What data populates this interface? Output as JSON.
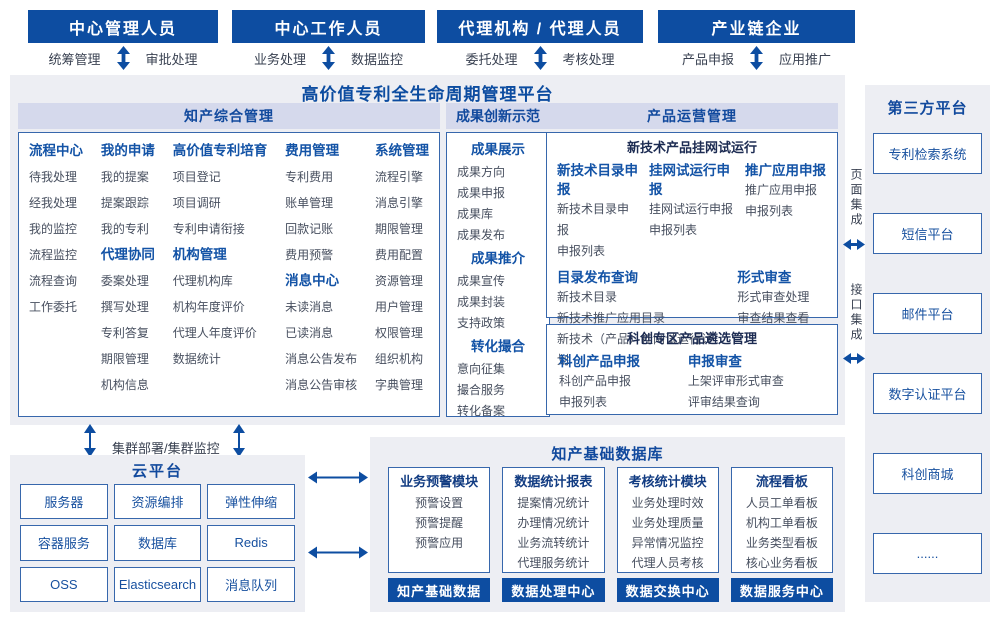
{
  "colors": {
    "dark_blue": "#0d4da1",
    "head_blue": "#1353a6",
    "navy_title": "#11499d",
    "band_bg": "#d5d9ec",
    "panel_bg": "#edeef3",
    "border_blue": "#3767ac",
    "item_text": "#474f5f"
  },
  "top_roles": [
    {
      "title": "中心管理人员",
      "left_label": "统筹管理",
      "right_label": "审批处理"
    },
    {
      "title": "中心工作人员",
      "left_label": "业务处理",
      "right_label": "数据监控"
    },
    {
      "title": "代理机构 / 代理人员",
      "left_label": "委托处理",
      "right_label": "考核处理"
    },
    {
      "title": "产业链企业",
      "left_label": "产品申报",
      "right_label": "应用推广"
    }
  ],
  "platform": {
    "title": "高价值专利全生命周期管理平台",
    "ip_management": {
      "title": "知产综合管理",
      "columns": [
        [
          {
            "header": "流程中心",
            "items": [
              "待我处理",
              "经我处理",
              "我的监控",
              "流程监控",
              "流程查询",
              "工作委托"
            ]
          }
        ],
        [
          {
            "header": "我的申请",
            "items": [
              "我的提案",
              "提案跟踪",
              "我的专利"
            ]
          },
          {
            "header": "代理协同",
            "items": [
              "委案处理",
              "撰写处理",
              "专利答复",
              "期限管理",
              "机构信息"
            ]
          }
        ],
        [
          {
            "header": "高价值专利培育",
            "items": [
              "项目登记",
              "项目调研",
              "专利申请衔接"
            ]
          },
          {
            "header": "机构管理",
            "items": [
              "代理机构库",
              "机构年度评价",
              "代理人年度评价",
              "数据统计"
            ]
          }
        ],
        [
          {
            "header": "费用管理",
            "items": [
              "专利费用",
              "账单管理",
              "回款记账",
              "费用预警"
            ]
          },
          {
            "header": "消息中心",
            "items": [
              "未读消息",
              "已读消息",
              "消息公告发布",
              "消息公告审核"
            ]
          }
        ],
        [
          {
            "header": "系统管理",
            "items": [
              "流程引擎",
              "消息引擎",
              "期限管理",
              "费用配置",
              "资源管理",
              "用户管理",
              "权限管理",
              "组织机构",
              "字典管理"
            ]
          }
        ]
      ]
    },
    "achievement": {
      "title": "成果创新示范",
      "groups": [
        {
          "header": "成果展示",
          "items": [
            "成果方向",
            "成果申报",
            "成果库",
            "成果发布"
          ]
        },
        {
          "header": "成果推介",
          "items": [
            "成果宣传",
            "成果封装",
            "支持政策"
          ]
        },
        {
          "header": "转化撮合",
          "items": [
            "意向征集",
            "撮合服务",
            "转化备案"
          ]
        }
      ]
    },
    "product_ops": {
      "title": "产品运营管理",
      "trial_box": {
        "title": "新技术产品挂网试运行",
        "groups": [
          {
            "header": "新技术目录申报",
            "items": [
              "新技术目录申报",
              "申报列表"
            ]
          },
          {
            "header": "挂网试运行申报",
            "items": [
              "挂网试运行申报",
              "申报列表"
            ]
          },
          {
            "header": "推广应用申报",
            "items": [
              "推广应用申报",
              "申报列表"
            ]
          },
          {
            "header": "目录发布查询",
            "items": [
              "新技术目录",
              "新技术推广应用目录",
              "新技术（产品）挂网试运行计划"
            ]
          },
          {
            "header": "形式审查",
            "items": [
              "形式审查处理",
              "审查结果查看"
            ]
          }
        ]
      },
      "selection_box": {
        "title": "科创专区产品遴选管理",
        "groups": [
          {
            "header": "科创产品申报",
            "items": [
              "科创产品申报",
              "申报列表"
            ]
          },
          {
            "header": "申报审查",
            "items": [
              "上架评审形式审查",
              "评审结果查询"
            ]
          }
        ]
      }
    }
  },
  "integration": {
    "page_label": "页面集成",
    "interface_label": "接口集成"
  },
  "third_party": {
    "title": "第三方平台",
    "systems": [
      "专利检索系统",
      "短信平台",
      "邮件平台",
      "数字认证平台",
      "科创商城",
      "......"
    ]
  },
  "cluster_label": "集群部署/集群监控",
  "cloud": {
    "title": "云平台",
    "services": [
      "服务器",
      "资源编排",
      "弹性伸缩",
      "容器服务",
      "数据库",
      "Redis",
      "OSS",
      "Elasticsearch",
      "消息队列"
    ]
  },
  "ip_database": {
    "title": "知产基础数据库",
    "modules": [
      {
        "header": "业务预警模块",
        "items": [
          "预警设置",
          "预警提醒",
          "预警应用"
        ],
        "footer": "知产基础数据"
      },
      {
        "header": "数据统计报表",
        "items": [
          "提案情况统计",
          "办理情况统计",
          "业务流转统计",
          "代理服务统计"
        ],
        "footer": "数据处理中心"
      },
      {
        "header": "考核统计模块",
        "items": [
          "业务处理时效",
          "业务处理质量",
          "异常情况监控",
          "代理人员考核"
        ],
        "footer": "数据交换中心"
      },
      {
        "header": "流程看板",
        "items": [
          "人员工单看板",
          "机构工单看板",
          "业务类型看板",
          "核心业务看板"
        ],
        "footer": "数据服务中心"
      }
    ]
  }
}
